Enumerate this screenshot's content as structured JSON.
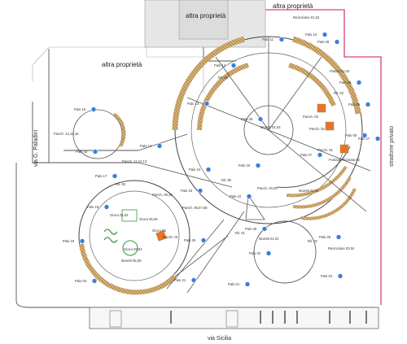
{
  "areas": {
    "property_top": "altra proprietà",
    "property_top_right": "altra proprietà",
    "property_left": "altra proprietà"
  },
  "streets": {
    "left": "via G. Paladini",
    "right": "stradone privato",
    "bottom": "via Sicilia"
  },
  "poles": [
    "Palo 01",
    "Palo 02",
    "Palo 03",
    "Palo 04",
    "Palo 05",
    "Palo 06",
    "Palo 07",
    "Palo 08",
    "Palo 09",
    "Palo 10",
    "Palo 11",
    "Palo 12",
    "Palo 13",
    "Palo 14",
    "Palo 15",
    "Palo 16",
    "Palo 17",
    "Palo 18",
    "Palo 19",
    "Palo 20",
    "Palo 21",
    "Palo 22",
    "Palo 23",
    "Palo 24",
    "Palo 25",
    "Palo 26",
    "Palo 27",
    "Palo 28",
    "Palo 29"
  ],
  "equipment": {
    "benches_14_16": "Panch. 14,15,16",
    "benches_11_13": "Panch. 11,12,13",
    "benches_9_10": "Panch. 09,10",
    "benches_6_8": "Panch. 06,07,08",
    "benches_4_5": "Panch. 04,05",
    "benches_3": "Panch. 03",
    "benches_2": "Panch. 02",
    "benches_1": "Panch. 01",
    "benches_1b": "Panch. 01",
    "games_1_2": "Gioco 01,02",
    "games_5_6": "Gioco 05,06",
    "games_3_4": "Gioco 03,04",
    "games_5": "Gioco 05",
    "walls_1_4": "Muretti 01,04",
    "walls_2_3": "Muretti 02,03",
    "walls_5_6": "Muretti 05,06",
    "walls_1_2": "Muretti 01,02",
    "walls_5_6b": "Muretti 05,06",
    "recreation_top": "Recinzione 01,02",
    "recreation_bottom": "Recinzione 03,04",
    "planter_top": "Piazza 01,02",
    "fountain": "Fontana Ricreata 01",
    "fountain_top": "Fontana Ricreata 02",
    "ril_01": "Ril. 01",
    "ril_02": "Ril. 02",
    "ril_03": "Ril. 03",
    "ril_04": "Ril. 04",
    "ril_05": "Ril. 05",
    "ril_06": "Ril. 06",
    "ril_07": "Ril. 07",
    "ril_08": "Ril. 08"
  },
  "colors": {
    "pole_marker": "#3a7fd8",
    "bench_orange": "#e8742a",
    "boundary_pink": "#d9407a",
    "curb_tan": "#c9a26a",
    "grass_green": "#2f9a3a"
  }
}
